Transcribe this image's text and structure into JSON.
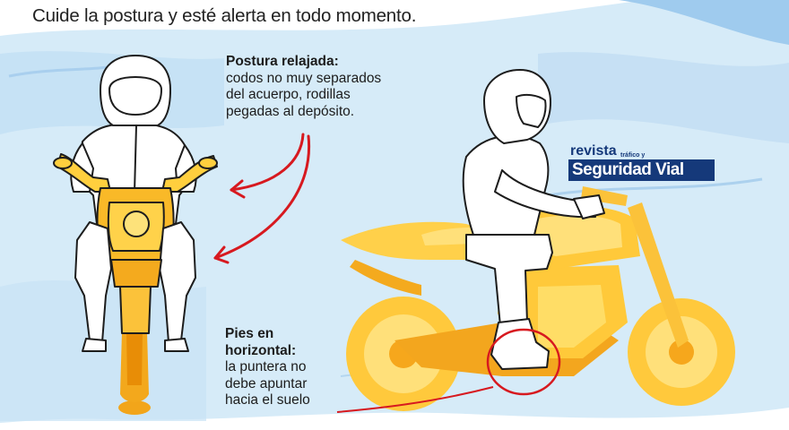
{
  "headline": "Cuide la postura y esté alerta en todo momento.",
  "callouts": {
    "posture": {
      "title": "Postura relajada:",
      "lines": [
        "codos no muy separados",
        "del acuerpo, rodillas",
        "pegadas al depósito."
      ]
    },
    "feet": {
      "title_lines": [
        "Pies en",
        "horizontal:"
      ],
      "lines": [
        "la puntera no",
        "debe apuntar",
        "hacia el suelo"
      ]
    }
  },
  "logo": {
    "line1": "revista",
    "line1_small": "tráfico y",
    "line2": "Seguridad Vial"
  },
  "colors": {
    "sky": "#cfe6f6",
    "sky_dark": "#a9d0ee",
    "bike_light": "#ffd44a",
    "bike_mid": "#f7b51f",
    "bike_dark": "#e68a00",
    "rider": "#ffffff",
    "outline": "#1d1d1d",
    "arrow_red": "#d7191f",
    "logo_blue": "#15397a"
  },
  "icons": [
    "front-motorcycle-rider-illustration",
    "side-motorcycle-rider-illustration",
    "curved-arrow-icon",
    "highlight-circle"
  ]
}
